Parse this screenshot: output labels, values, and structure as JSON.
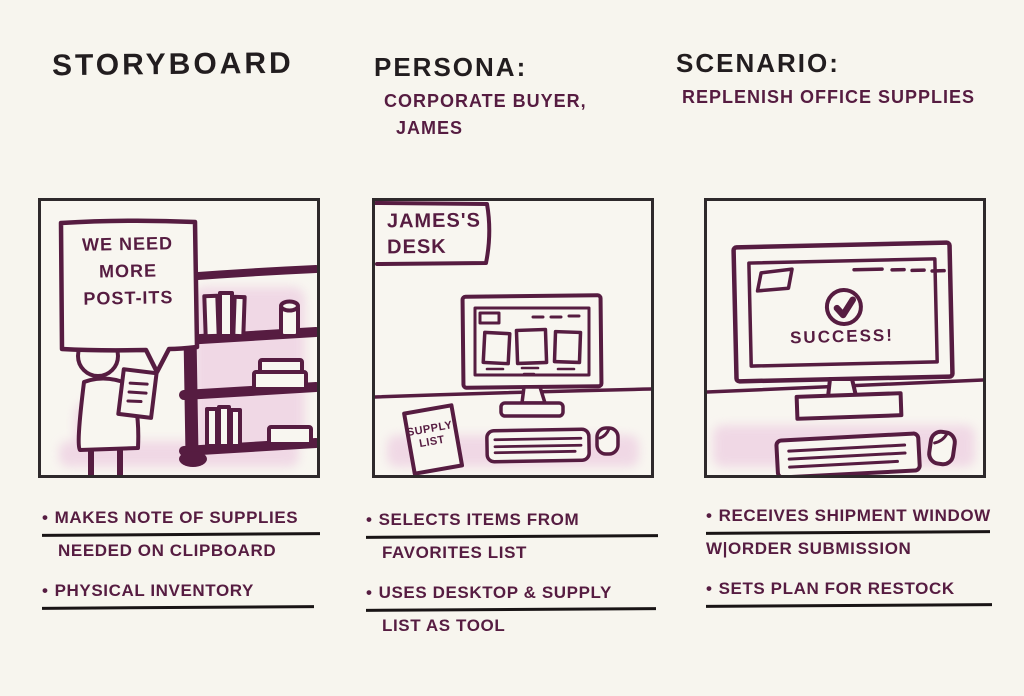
{
  "colors": {
    "ink": "#561c41",
    "black": "#221d1f",
    "pink": "#ecc9e0",
    "background": "#f7f5ee"
  },
  "glyphs": {
    "bullet": "•"
  },
  "header": {
    "title": "STORYBOARD",
    "persona_label": "PERSONA:",
    "persona_lines": [
      "CORPORATE BUYER,",
      "JAMES"
    ],
    "scenario_label": "SCENARIO:",
    "scenario_line": "REPLENISH OFFICE SUPPLIES"
  },
  "panels": [
    {
      "id": "physical-inventory",
      "speech_lines": [
        "WE NEED",
        "MORE",
        "POST-ITS"
      ]
    },
    {
      "id": "james-desk",
      "label_lines": [
        "JAMES'S",
        "DESK"
      ],
      "note_lines": [
        "SUPPLY",
        "LIST"
      ]
    },
    {
      "id": "order-success",
      "screen_text": "SUCCESS!"
    }
  ],
  "columns": [
    {
      "bullets": [
        {
          "line1": "MAKES NOTE OF SUPPLIES",
          "line2": "NEEDED ON CLIPBOARD"
        },
        {
          "line1": "PHYSICAL INVENTORY",
          "line2": ""
        }
      ]
    },
    {
      "bullets": [
        {
          "line1": "SELECTS ITEMS FROM",
          "line2": "FAVORITES LIST"
        },
        {
          "line1": "USES DESKTOP & SUPPLY",
          "line2": "LIST AS TOOL"
        }
      ]
    },
    {
      "bullets": [
        {
          "line1": "RECEIVES SHIPMENT WINDOW",
          "line2": "W|ORDER SUBMISSION"
        },
        {
          "line1": "SETS PLAN FOR RESTOCK",
          "line2": ""
        }
      ]
    }
  ]
}
